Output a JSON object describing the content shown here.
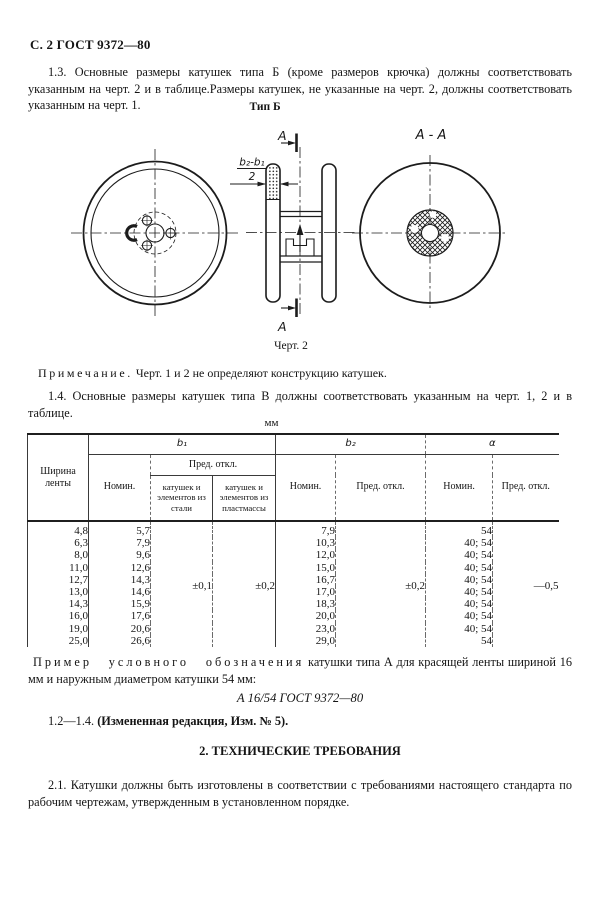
{
  "header": {
    "page_marker": "С. 2 ГОСТ 9372—80"
  },
  "sections": {
    "p13": "1.3. Основные размеры катушек типа Б (кроме размеров крючка) должны соответствовать указанным на черт. 2 и в таблице.Размеры катушек, не указанные на черт. 2, должны соответствовать указанным на черт. 1.",
    "fig_title": "Тип Б",
    "fig_caption": "Черт. 2",
    "note_label": "Примечание.",
    "note_text": " Черт. 1 и 2 не определяют конструкцию катушек.",
    "p14": "1.4. Основные размеры катушек типа В должны соответствовать указанным на черт. 1, 2 и в таблице.",
    "units": "мм",
    "example_label": "Пример условного обозначения",
    "example_text": " катушки типа А для красящей ленты шириной 16 мм и наружным диаметром катушки 54 мм:",
    "designation": "А 16/54 ГОСТ 9372—80",
    "amendment_ref": "1.2—1.4. ",
    "amendment_text": "(Измененная редакция, Изм. № 5).",
    "sec2_heading": "2. ТЕХНИЧЕСКИЕ ТРЕБОВАНИЯ",
    "p21": "2.1. Катушки должны быть изготовлены в соответствии с требованиями настоящего стандарта по рабочим чертежам, утвержденным в установленном порядке."
  },
  "drawing": {
    "section_letter": "А",
    "section_view_label": "А - А",
    "dim_numerator": "b₂-b₁",
    "dim_denominator": "2"
  },
  "table": {
    "width_label": "Ширина ленты",
    "group_b1": "b₁",
    "group_b2": "b₂",
    "group_alpha": "α",
    "nominal": "Номин.",
    "deviation": "Пред. откл.",
    "steel_label": "катушек и элементов из стали",
    "plastic_label": "катушек и элементов из пластмассы",
    "merged": {
      "b1_steel": "±0,1",
      "b1_plastic": "±0,2",
      "b2_dev": "±0,2",
      "alpha_dev": "—0,5"
    },
    "rows": [
      {
        "w": "4,8",
        "b1": "5,7",
        "b2": "7,9",
        "a": "54"
      },
      {
        "w": "6,3",
        "b1": "7,9",
        "b2": "10,3",
        "a": "40; 54"
      },
      {
        "w": "8,0",
        "b1": "9,6",
        "b2": "12,0",
        "a": "40; 54"
      },
      {
        "w": "11,0",
        "b1": "12,6",
        "b2": "15,0",
        "a": "40; 54"
      },
      {
        "w": "12,7",
        "b1": "14,3",
        "b2": "16,7",
        "a": "40; 54"
      },
      {
        "w": "13,0",
        "b1": "14,6",
        "b2": "17,0",
        "a": "40; 54"
      },
      {
        "w": "14,3",
        "b1": "15,9",
        "b2": "18,3",
        "a": "40; 54"
      },
      {
        "w": "16,0",
        "b1": "17,6",
        "b2": "20,0",
        "a": "40; 54"
      },
      {
        "w": "19,0",
        "b1": "20,6",
        "b2": "23,0",
        "a": "40; 54"
      },
      {
        "w": "25,0",
        "b1": "26,6",
        "b2": "29,0",
        "a": "54"
      }
    ]
  }
}
